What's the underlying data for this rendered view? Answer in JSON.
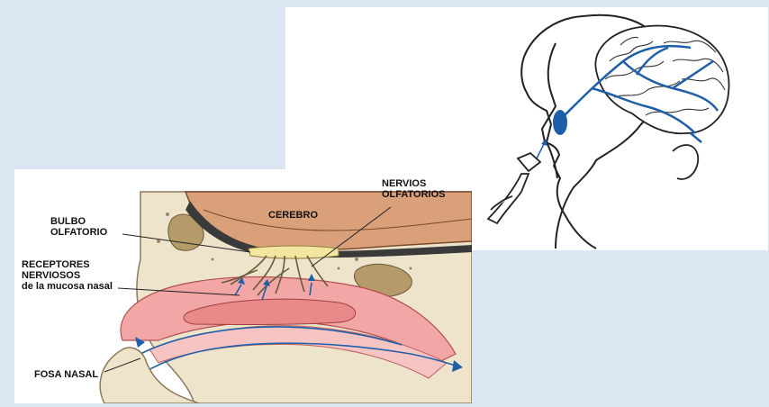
{
  "labels": {
    "cerebro": "CEREBRO",
    "nervios_olfatorios": [
      "NERVIOS",
      "OLFATORIOS"
    ],
    "bulbo_olfatorio": [
      "BULBO",
      "OLFATORIO"
    ],
    "receptores": [
      "RECEPTORES",
      "NERVIOSOS",
      "de la mucosa nasal"
    ],
    "fosa_nasal": "FOSA NASAL"
  },
  "colors": {
    "background": "#dce6f2",
    "nerve_blue": "#1f5fa8",
    "mucosa_pink": "#f2a6a6",
    "bone": "#e8dcc0",
    "brain": "#d9a07a"
  }
}
